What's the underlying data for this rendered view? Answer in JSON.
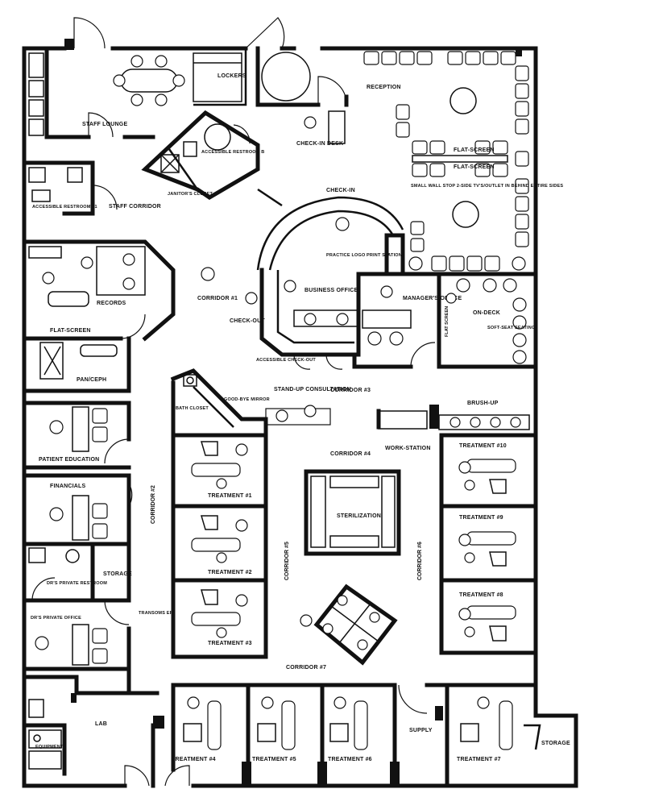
{
  "labels": {
    "staff_lounge": "STAFF LOUNGE",
    "lockers": "LOCKERS",
    "reception": "RECEPTION",
    "check_in_desk": "CHECK-IN DESK",
    "accessible_restroom_b": "ACCESSIBLE RESTROOM B",
    "janitors_closet": "JANITOR'S CLOSET",
    "accessible_restroom_a": "ACCESSIBLE RESTROOM #1",
    "staff_corridor": "STAFF CORRIDOR",
    "check_in": "CHECK-IN",
    "flat_screen_1": "FLAT-SCREEN",
    "flat_screen_2": "FLAT-SCREEN",
    "small_wall_note": "SMALL WALL STOP 2-SIDE TV'S/OUTLET IN BEHIND ENTIRE SIDES",
    "practice_logo": "PRACTICE LOGO",
    "print_station": "PRINT STATION",
    "records": "RECORDS",
    "corridor_1": "CORRIDOR #1",
    "check_out": "CHECK-OUT",
    "business_office": "BUSINESS OFFICE",
    "managers_office": "MANAGER'S OFFICE",
    "on_deck": "ON-DECK",
    "flat_screen_3": "FLAT SCREEN",
    "soft_seating": "SOFT-SEAT SEATING",
    "flat_screen_4": "FLAT-SCREEN",
    "accessible_check_out": "ACCESSIBLE CHECK-OUT",
    "pan_ceph": "PAN/CEPH",
    "stand_up_consultation": "STAND-UP CONSULTATION",
    "corridor_3": "CORRIDOR #3",
    "bath_closet": "BATH CLOSET",
    "good_bye_mirror": "GOOD-BYE MIRROR",
    "brush_up": "BRUSH-UP",
    "patient_education": "PATIENT EDUCATION",
    "work_station": "WORK-STATION",
    "corridor_4": "CORRIDOR #4",
    "treatment_10": "TREATMENT #10",
    "financials": "FINANCIALS",
    "corridor_2": "CORRIDOR #2",
    "treatment_1": "TREATMENT #1",
    "sterilization": "STERILIZATION",
    "treatment_9": "TREATMENT #9",
    "drs_private_restroom": "DR'S PRIVATE RESTROOM",
    "storage_1": "STORAGE",
    "treatment_2": "TREATMENT #2",
    "corridor_5": "CORRIDOR #5",
    "corridor_6": "CORRIDOR #6",
    "drs_private_office": "DR'S PRIVATE OFFICE",
    "transom_ep": "TRANSOMS EP.",
    "treatment_8": "TREATMENT #8",
    "treatment_3": "TREATMENT #3",
    "corridor_7": "CORRIDOR #7",
    "lab": "LAB",
    "equipment": "EQUIPMENT",
    "treatment_4": "TREATMENT #4",
    "treatment_5": "TREATMENT #5",
    "treatment_6": "TREATMENT #6",
    "supply": "SUPPLY",
    "treatment_7": "TREATMENT #7",
    "storage_2": "STORAGE"
  },
  "colors": {
    "line": "#111111",
    "background": "#ffffff"
  }
}
